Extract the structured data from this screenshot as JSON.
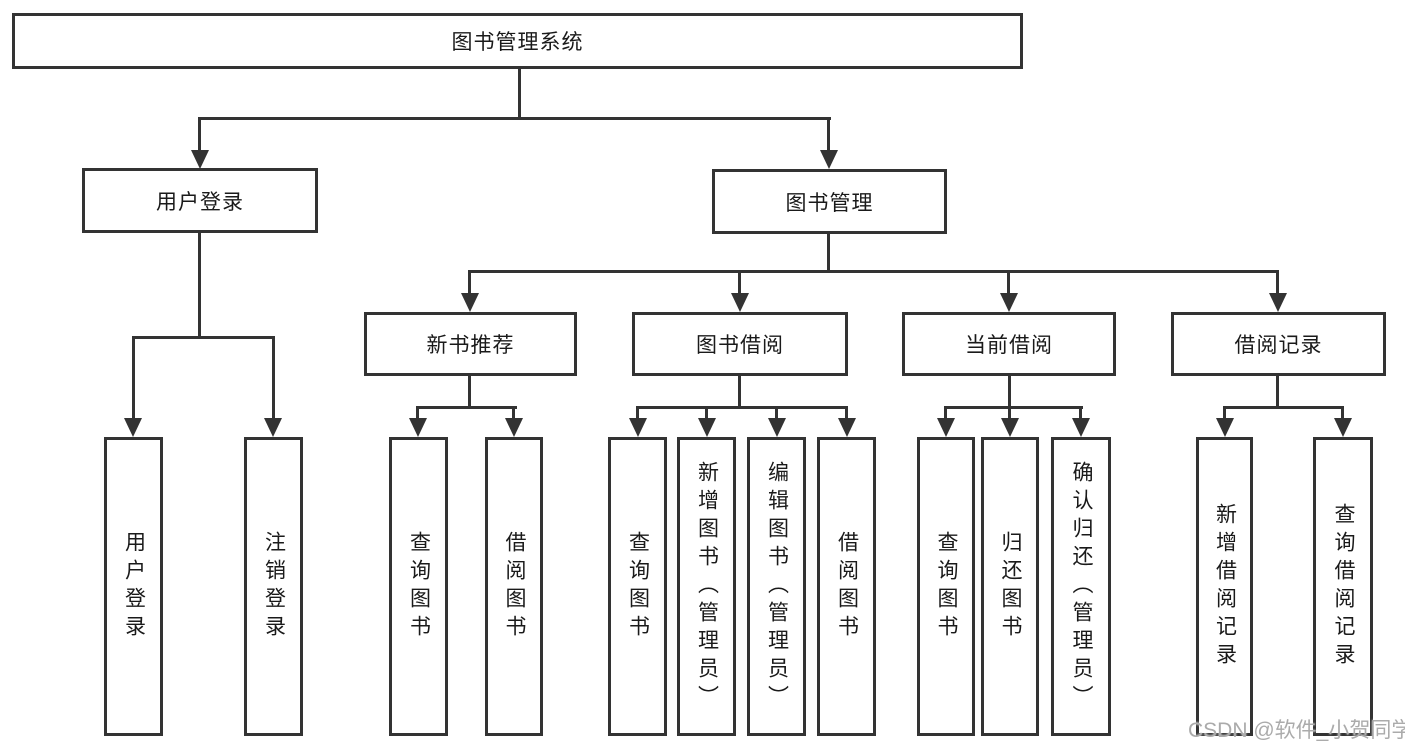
{
  "tree": {
    "label": "图书管理系统",
    "children": [
      {
        "label": "用户登录",
        "children": [
          {
            "label": "用户登录"
          },
          {
            "label": "注销登录"
          }
        ]
      },
      {
        "label": "图书管理",
        "children": [
          {
            "label": "新书推荐",
            "children": [
              {
                "label": "查询图书"
              },
              {
                "label": "借阅图书"
              }
            ]
          },
          {
            "label": "图书借阅",
            "children": [
              {
                "label": "查询图书"
              },
              {
                "label": "新增图书（管理员）"
              },
              {
                "label": "编辑图书（管理员）"
              },
              {
                "label": "借阅图书"
              }
            ]
          },
          {
            "label": "当前借阅",
            "children": [
              {
                "label": "查询图书"
              },
              {
                "label": "归还图书"
              },
              {
                "label": "确认归还（管理员）"
              }
            ]
          },
          {
            "label": "借阅记录",
            "children": [
              {
                "label": "新增借阅记录"
              },
              {
                "label": "查询借阅记录"
              }
            ]
          }
        ]
      }
    ]
  },
  "watermark": {
    "text": "CSDN @软件_小贺同学"
  },
  "colors": {
    "line": "#333333",
    "text": "#1a1a1a",
    "background": "#ffffff",
    "watermark": "#ababab"
  }
}
